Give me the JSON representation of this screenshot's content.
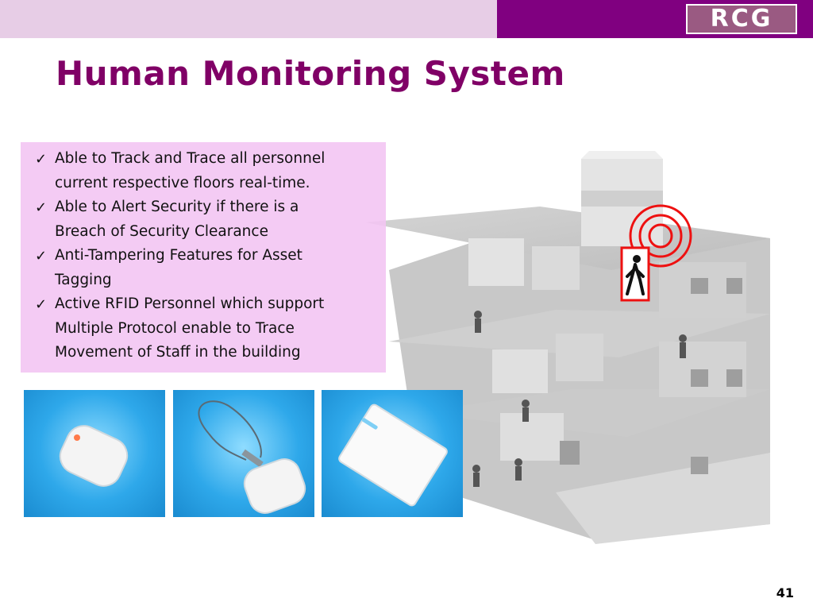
{
  "header": {
    "logo_text": "RCG",
    "colors": {
      "band_light": "#e7cde6",
      "band_dark": "#800080",
      "title": "#800066"
    }
  },
  "slide": {
    "title": "Human Monitoring System",
    "page_number": "41"
  },
  "features": [
    {
      "line1": "Able to Track and Trace all personnel",
      "line2": "current respective floors real-time."
    },
    {
      "line1": "Able to Alert Security if there is a",
      "line2": "Breach of  Security Clearance"
    },
    {
      "line1": "Anti-Tampering Features for Asset",
      "line2": "Tagging"
    },
    {
      "line1": "Active RFID Personnel which support",
      "line2": "Multiple Protocol enable to Trace",
      "line3": "Movement of Staff in the building"
    }
  ],
  "icons": {
    "bullet": "check-icon",
    "alert": "signal-rings-icon",
    "person": "walking-person-icon"
  }
}
